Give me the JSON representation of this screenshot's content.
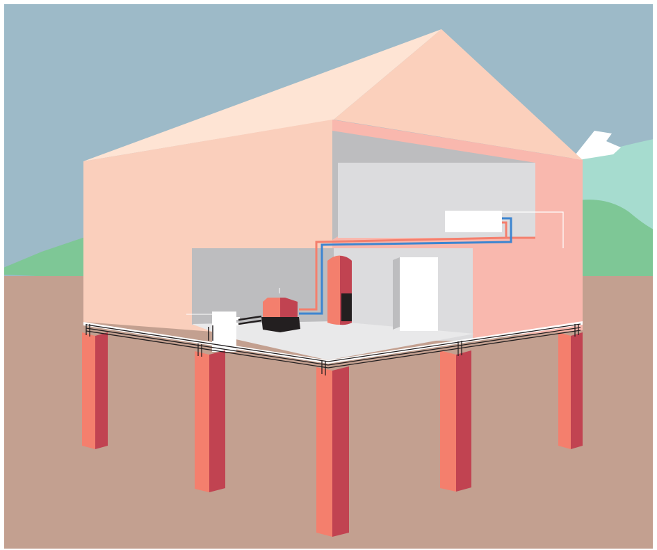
{
  "illustration": {
    "subject": "",
    "colors": {
      "sky": "#9dbac8",
      "ground": "#c3a090",
      "hill_green": "#7ec796",
      "hill_mint": "#a6dccf",
      "snow": "#ffffff",
      "wall_front": "#facfbc",
      "wall_side": "#f9b8ae",
      "roof_light": "#fee4d4",
      "roof_dark": "#fbd0bc",
      "interior_wall": "#dcdcde",
      "interior_shadow": "#bdbdbf",
      "floor": "#e9e9ea",
      "pile_light": "#f47f6d",
      "pile_dark": "#c14351",
      "pipe_hot": "#f47f6d",
      "pipe_cold": "#3d85d0",
      "unit_dark": "#231f20",
      "white": "#ffffff"
    },
    "icons": [
      "energy-pile",
      "heat-pump",
      "water-storage-tank",
      "manifold",
      "wall-radiator",
      "interior-door"
    ]
  }
}
